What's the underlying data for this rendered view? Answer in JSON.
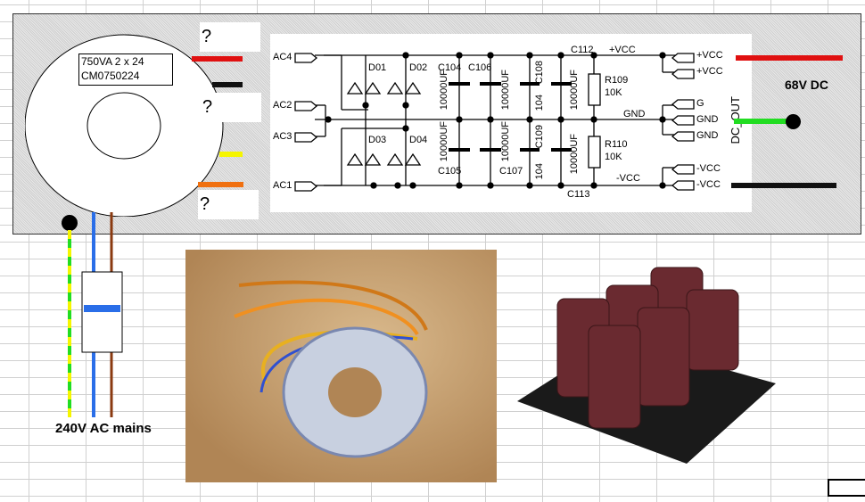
{
  "transformer": {
    "rating": "750VA  2 x 24",
    "part_number": "CM0750224",
    "unknown_label": "?"
  },
  "wire_colors": {
    "red": "#e01010",
    "black": "#111111",
    "yellow": "#f5f500",
    "orange": "#f07010",
    "green": "#22dd22",
    "blue": "#2a6ee8",
    "brown": "#8a3a10"
  },
  "schematic": {
    "inputs": [
      "AC4",
      "AC2",
      "AC3",
      "AC1"
    ],
    "diodes": [
      "D01",
      "D02",
      "D03",
      "D04"
    ],
    "caps_top": [
      "C104",
      "C106",
      "C108",
      "C112"
    ],
    "caps_bottom": [
      "C105",
      "C107",
      "C109",
      "C113"
    ],
    "cap_value": "10000UF",
    "small_cap_value": "104",
    "resistors": [
      {
        "name": "R109",
        "value": "10K"
      },
      {
        "name": "R110",
        "value": "10K"
      }
    ],
    "rails": {
      "pos": "+VCC",
      "gnd": "GND",
      "neg": "-VCC"
    },
    "outputs": [
      "+VCC",
      "+VCC",
      "G",
      "GND",
      "GND",
      "-VCC",
      "-VCC"
    ],
    "connector_label": "DC_OUT"
  },
  "output_voltage": "68V DC",
  "mains_label": "240V AC mains"
}
